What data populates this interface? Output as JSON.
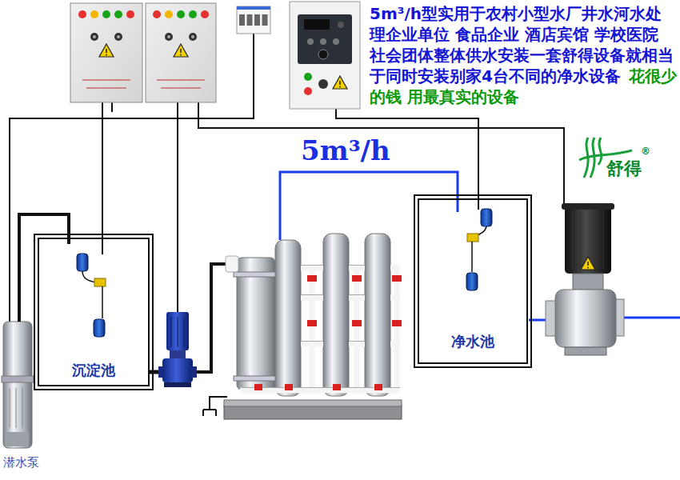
{
  "diagram": {
    "nodes": [
      {
        "text": [
          "沉淀池"
        ]
      },
      {
        "text": [
          "净水池"
        ]
      }
    ],
    "labels": [
      "5m³/h型实用于农村小型水厂井水河水处理企业单位 食品企业 酒店宾馆 学校医院 社会团体整体供水安装一套舒得设备就相当于同时安装别家4台不同的净水设备",
      "花很少的钱 用最真实的设备",
      "5m³/h",
      "舒得",
      "®",
      "潜水泵"
    ]
  }
}
